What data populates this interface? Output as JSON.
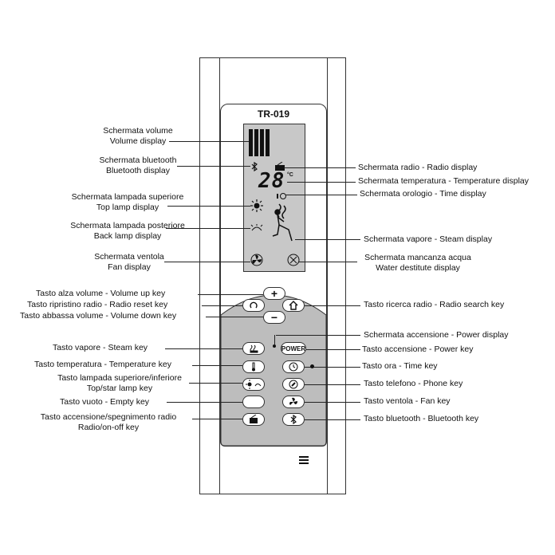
{
  "model": "TR-019",
  "labels_left": [
    {
      "name": "volume-display-label",
      "line1": "Schermata volume",
      "line2": "Volume display"
    },
    {
      "name": "bluetooth-display-label",
      "line1": "Schermata bluetooth",
      "line2": "Bluetooth display"
    },
    {
      "name": "top-lamp-display-label",
      "line1": "Schermata lampada superiore",
      "line2": "Top lamp display"
    },
    {
      "name": "back-lamp-display-label",
      "line1": "Schermata lampada posteriore",
      "line2": "Back lamp display"
    },
    {
      "name": "fan-display-label",
      "line1": "Schermata ventola",
      "line2": "Fan display"
    },
    {
      "name": "volume-up-key-label",
      "line1": "Tasto alza volume - Volume up key",
      "line2": ""
    },
    {
      "name": "radio-reset-key-label",
      "line1": "Tasto ripristino radio - Radio reset key",
      "line2": ""
    },
    {
      "name": "volume-down-key-label",
      "line1": "Tasto abbassa volume - Volume down key",
      "line2": ""
    },
    {
      "name": "steam-key-label",
      "line1": "Tasto vapore - Steam key",
      "line2": ""
    },
    {
      "name": "temperature-key-label",
      "line1": "Tasto temperatura - Temperature key",
      "line2": ""
    },
    {
      "name": "top-star-lamp-key-label",
      "line1": "Tasto lampada superiore/inferiore",
      "line2": "Top/star lamp key"
    },
    {
      "name": "empty-key-label",
      "line1": "Tasto vuoto - Empty key",
      "line2": ""
    },
    {
      "name": "radio-on-off-key-label",
      "line1": "Tasto accensione/spegnimento radio",
      "line2": "Radio/on-off key"
    }
  ],
  "labels_right": [
    {
      "name": "radio-display-label",
      "line1": "Schermata radio - Radio display",
      "line2": ""
    },
    {
      "name": "temperature-display-label",
      "line1": "Schermata temperatura - Temperature display",
      "line2": ""
    },
    {
      "name": "time-display-label",
      "line1": "Schermata orologio - Time display",
      "line2": ""
    },
    {
      "name": "steam-display-label",
      "line1": "Schermata vapore - Steam display",
      "line2": ""
    },
    {
      "name": "water-destitute-display-label",
      "line1": "Schermata mancanza acqua",
      "line2": "Water destitute display"
    },
    {
      "name": "radio-search-key-label",
      "line1": "Tasto ricerca radio - Radio search key",
      "line2": ""
    },
    {
      "name": "power-display-label",
      "line1": "Schermata accensione - Power display",
      "line2": ""
    },
    {
      "name": "power-key-label",
      "line1": "Tasto accensione - Power key",
      "line2": ""
    },
    {
      "name": "time-key-label",
      "line1": "Tasto ora - Time key",
      "line2": ""
    },
    {
      "name": "phone-key-label",
      "line1": "Tasto telefono - Phone key",
      "line2": ""
    },
    {
      "name": "fan-key-label",
      "line1": "Tasto ventola - Fan key",
      "line2": ""
    },
    {
      "name": "bluetooth-key-label",
      "line1": "Tasto bluetooth - Bluetooth key",
      "line2": ""
    }
  ],
  "display": {
    "temperature_digits": "28",
    "temperature_unit": "°C"
  },
  "keys": {
    "power": "POWER",
    "volume_up": "+",
    "volume_down": "−"
  },
  "colors": {
    "display_bg": "#c8c8c8",
    "keypad_bg": "#bdbdbd",
    "remote_body": "#ffffff",
    "outline": "#333333"
  }
}
